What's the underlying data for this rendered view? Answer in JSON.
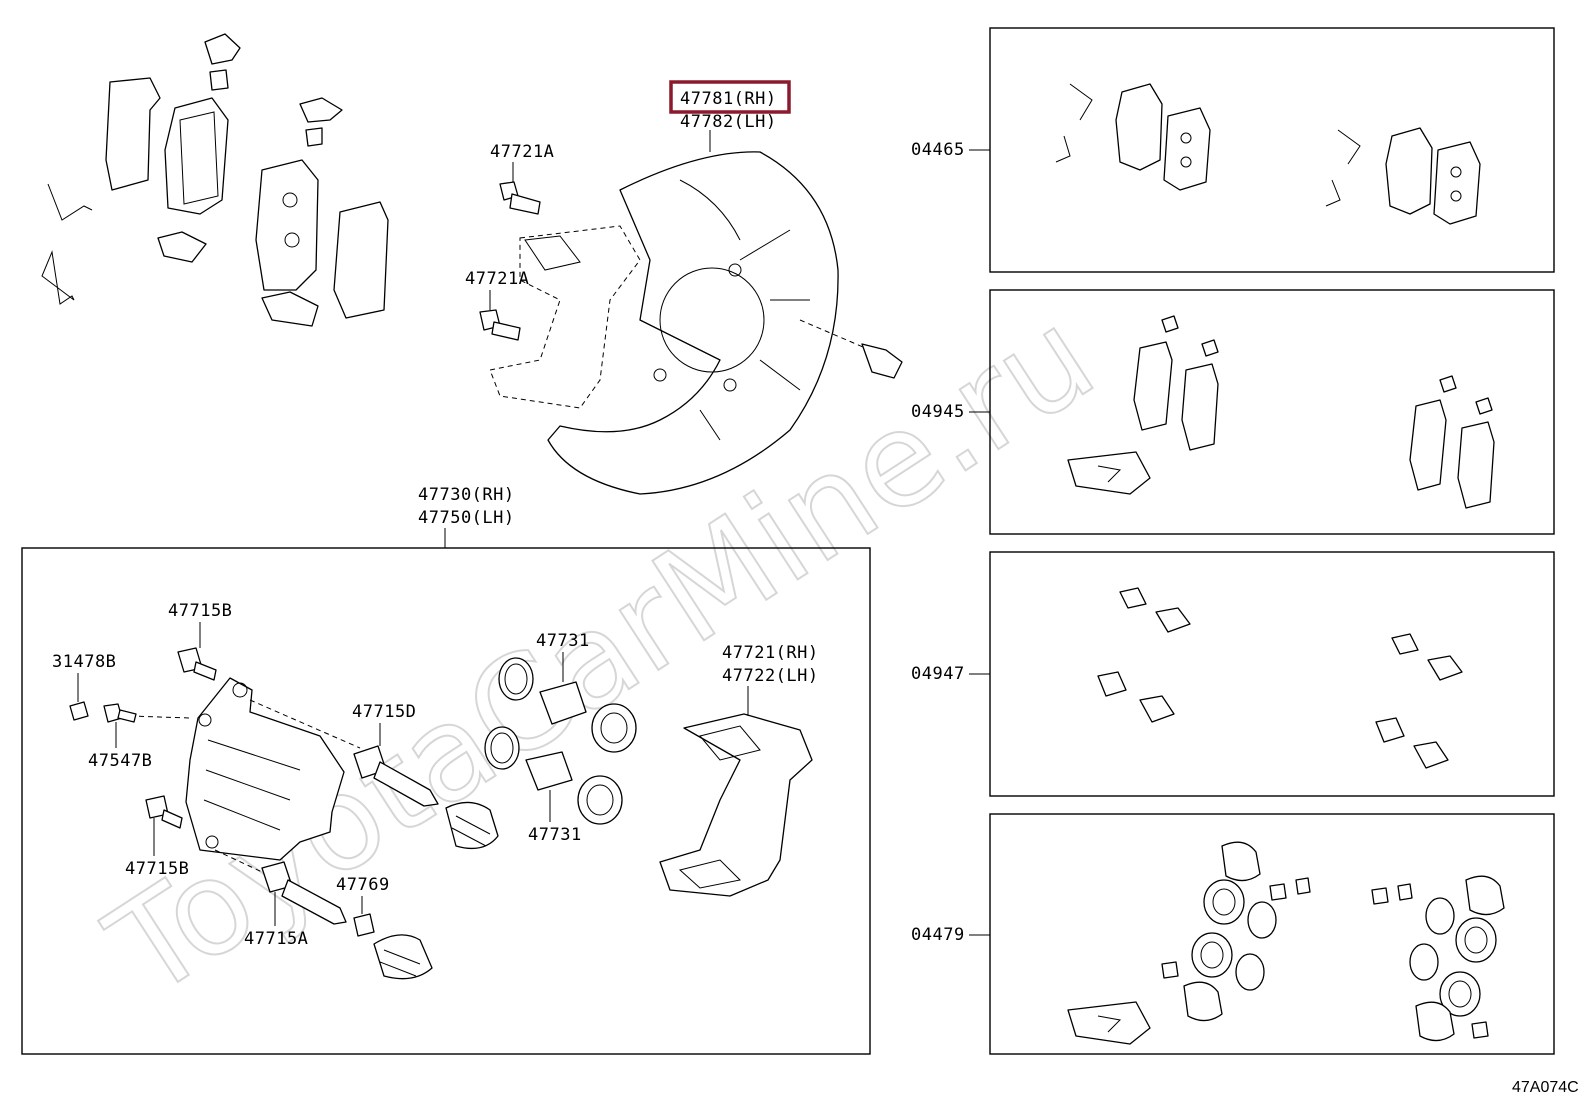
{
  "watermark": "ToyotaCarMine.ru",
  "figure_code": "47A074C",
  "highlight_color": "#8b1a2d",
  "labels": {
    "p47781": "47781(RH)",
    "p47782": "47782(LH)",
    "p47721a_top": "47721A",
    "p47721a_mid": "47721A",
    "p47730": "47730(RH)",
    "p47750": "47750(LH)",
    "p47715b_top": "47715B",
    "p31478b": "31478B",
    "p47547b": "47547B",
    "p47715b_bottom": "47715B",
    "p47715d": "47715D",
    "p47715a": "47715A",
    "p47769": "47769",
    "p47731_top": "47731",
    "p47731_bottom": "47731",
    "p47721": "47721(RH)",
    "p47722": "47722(LH)",
    "kit_04465": "04465",
    "kit_04945": "04945",
    "kit_04947": "04947",
    "kit_04479": "04479"
  }
}
